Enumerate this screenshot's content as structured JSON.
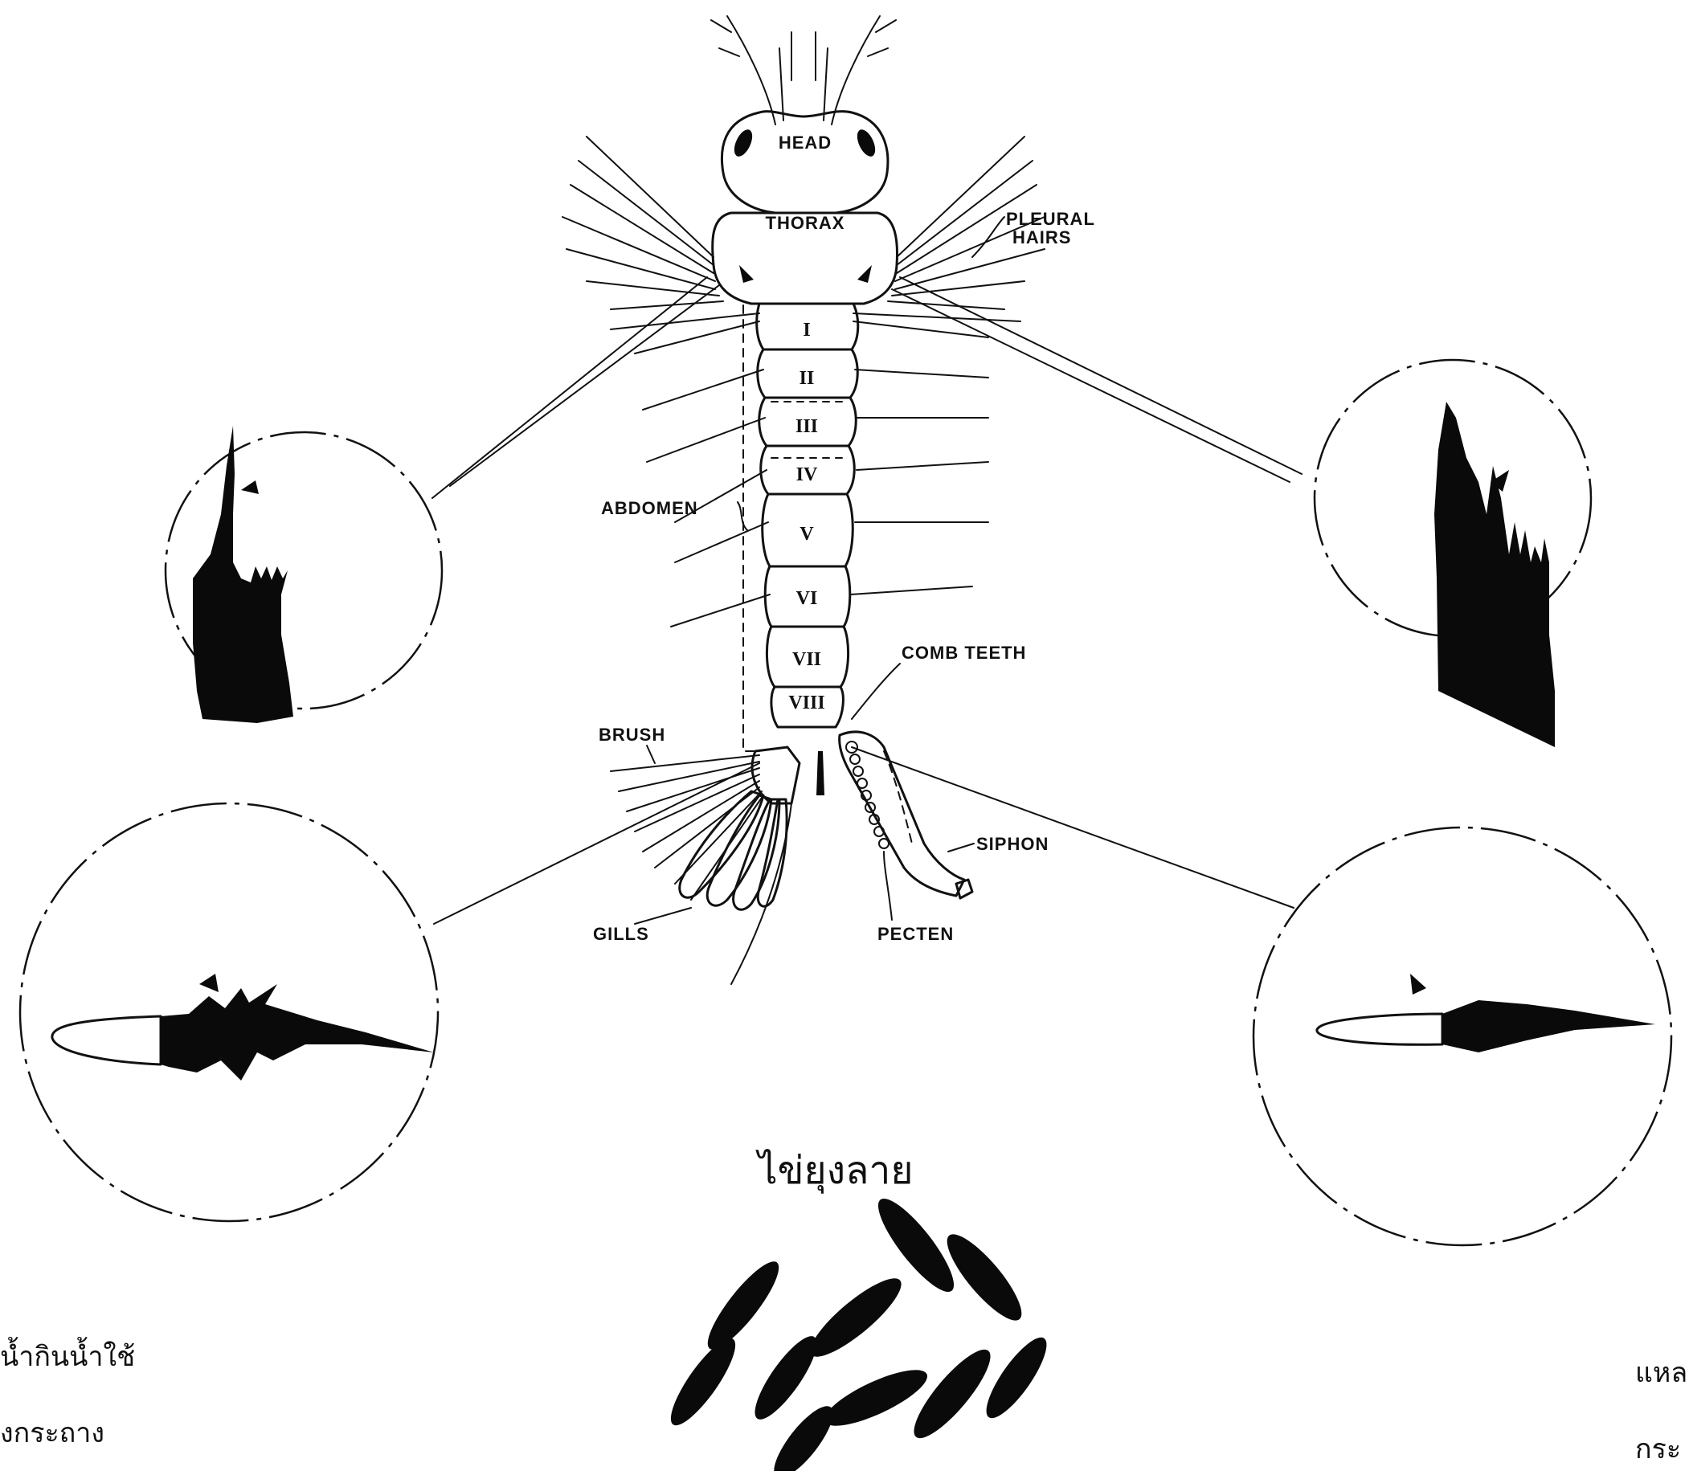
{
  "larva_labels": {
    "head": "HEAD",
    "thorax": "THORAX",
    "pleural_hairs_1": "PLEURAL",
    "pleural_hairs_2": "HAIRS",
    "abdomen": "ABDOMEN",
    "comb_teeth": "COMB TEETH",
    "brush": "BRUSH",
    "gills": "GILLS",
    "siphon": "SIPHON",
    "pecten": "PECTEN"
  },
  "segments": [
    "I",
    "II",
    "III",
    "IV",
    "V",
    "VI",
    "VII",
    "VIII"
  ],
  "captions": {
    "eggs_title": "ไข่ยุงลาย",
    "left_fragment_1": "น้ำกินน้ำใช้",
    "left_fragment_2": "งกระถาง",
    "right_fragment_1": "แหล",
    "right_fragment_2": "กระ"
  },
  "colors": {
    "ink": "#111111",
    "paper": "#ffffff"
  }
}
